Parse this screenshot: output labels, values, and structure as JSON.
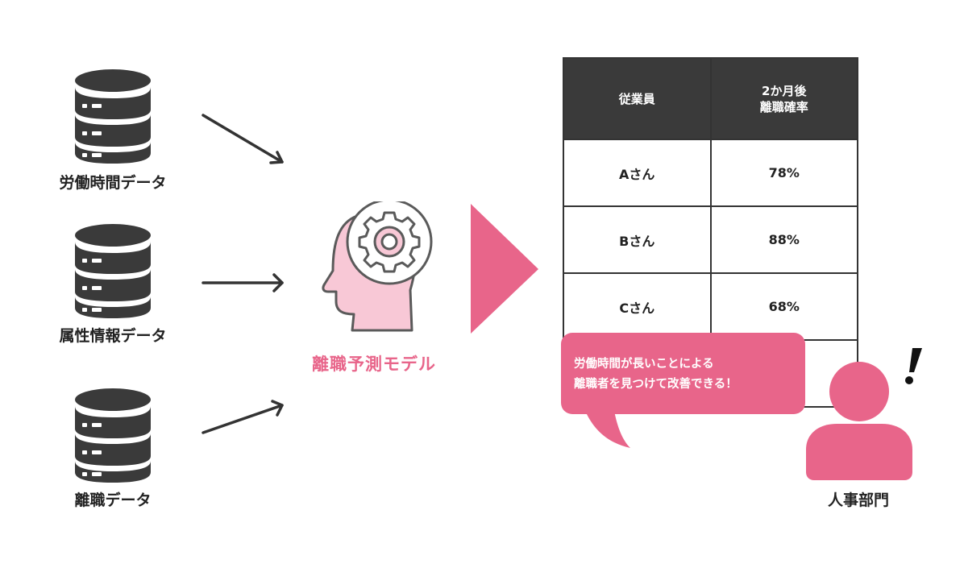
{
  "sources": [
    {
      "label": "労働時間データ",
      "icon": "database-icon"
    },
    {
      "label": "属性情報データ",
      "icon": "database-icon"
    },
    {
      "label": "離職データ",
      "icon": "database-icon"
    }
  ],
  "model": {
    "label": "離職予測モデル",
    "icon": "brain-gear-icon"
  },
  "table": {
    "headers": {
      "col1": "従業員",
      "col2_line1": "2か月後",
      "col2_line2": "離職確率"
    },
    "rows": [
      {
        "name": "Aさん",
        "prob": "78%"
      },
      {
        "name": "Bさん",
        "prob": "88%"
      },
      {
        "name": "Cさん",
        "prob": "68%"
      }
    ]
  },
  "bubble": {
    "line1": "労働時間が長いことによる",
    "line2": "離職者を見つけて改善できる！"
  },
  "dept": {
    "label": "人事部門",
    "icon": "person-icon",
    "exclamation": "!"
  },
  "colors": {
    "accent": "#e8658a",
    "dark": "#3a3a3a",
    "arrow": "#333333",
    "brain_fill": "#f8c8d6"
  }
}
